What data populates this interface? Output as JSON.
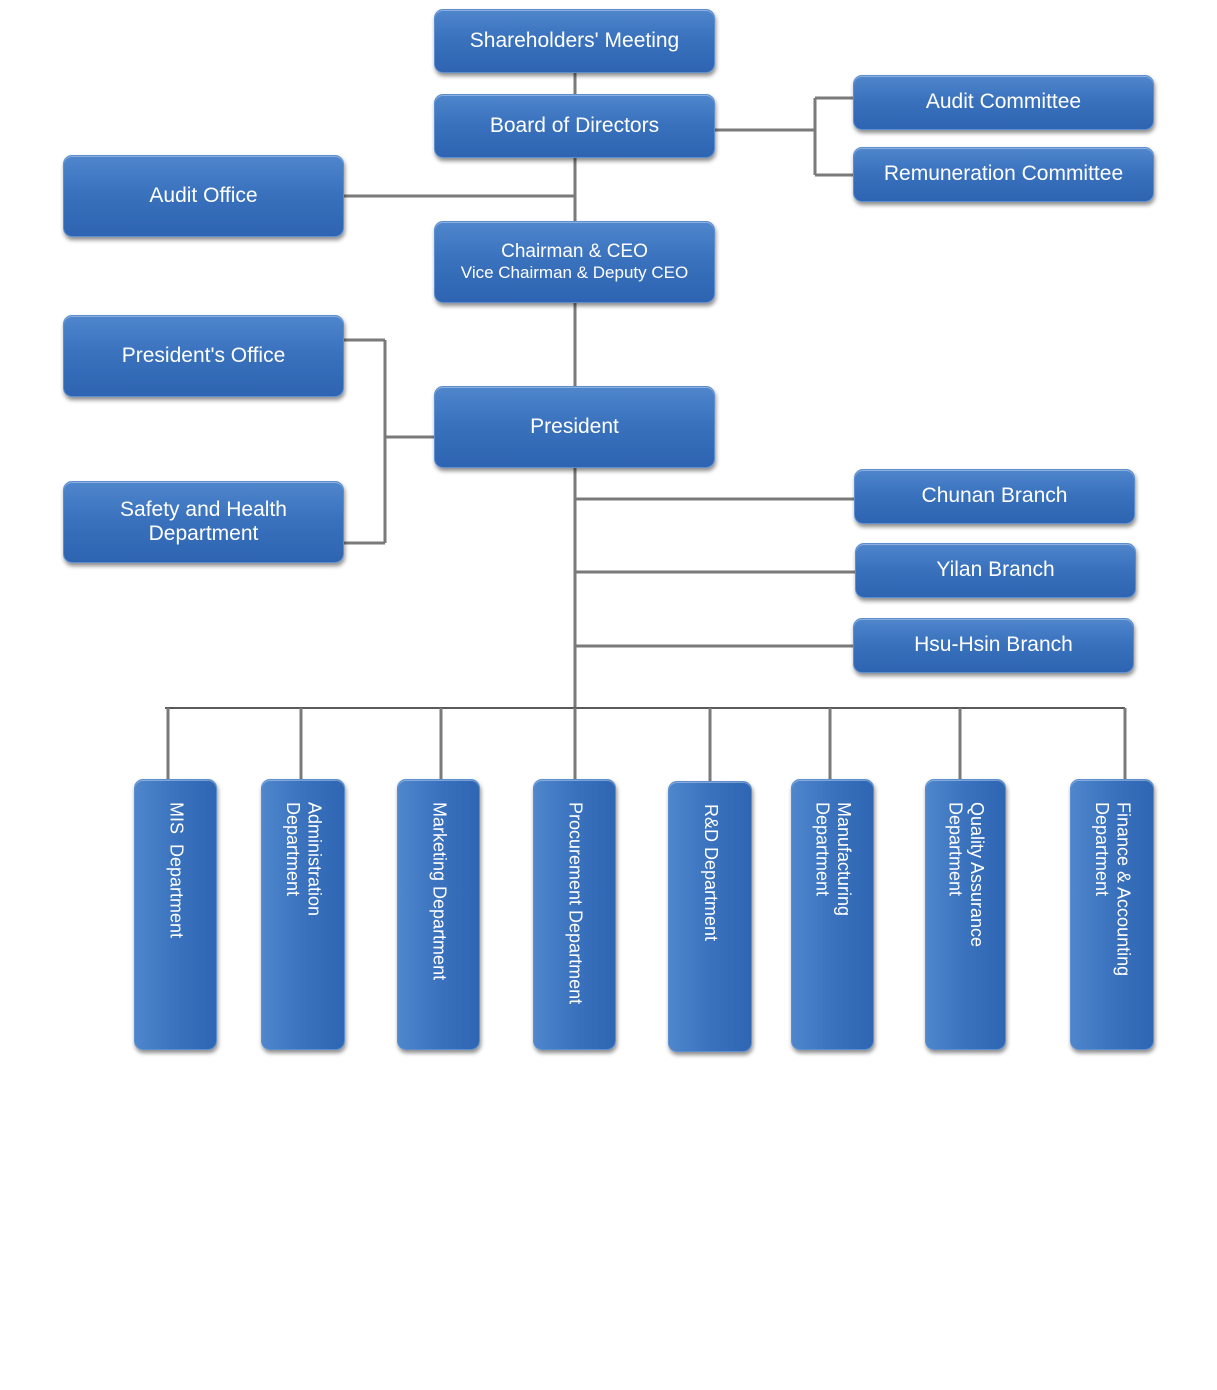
{
  "nodes": {
    "shareholders": "Shareholders' Meeting",
    "board": "Board of Directors",
    "audit_committee": "Audit Committee",
    "remuneration_committee": "Remuneration Committee",
    "audit_office": "Audit Office",
    "chairman_line1": "Chairman  &  CEO",
    "chairman_line2": "Vice Chairman  &  Deputy CEO",
    "presidents_office": "President's Office",
    "president": "President",
    "safety_line1": "Safety and Health",
    "safety_line2": "Department",
    "chunan_branch": "Chunan Branch",
    "yilan_branch": "Yilan Branch",
    "hsuhsin_branch": "Hsu-Hsin Branch"
  },
  "departments": [
    "MIS  Department",
    "Administration\nDepartment",
    "Marketing Department",
    "Procurement Department",
    "R&D Department",
    "Manufacturing\nDepartment",
    "Quality Assurance\nDepartment",
    "Finance & Accounting\nDepartment"
  ]
}
